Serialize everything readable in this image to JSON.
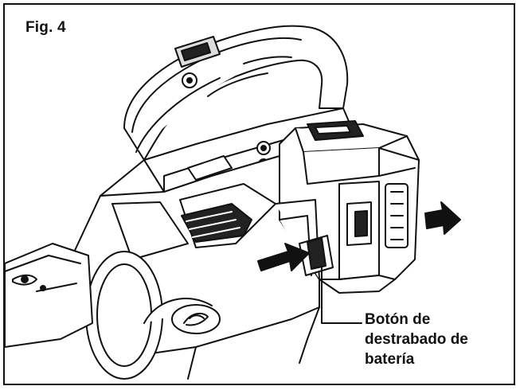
{
  "figure": {
    "label": "Fig. 4"
  },
  "callout": {
    "lines": [
      "Botón de",
      "destrabado de",
      "batería"
    ]
  },
  "colors": {
    "ink": "#111111",
    "paper": "#ffffff"
  }
}
